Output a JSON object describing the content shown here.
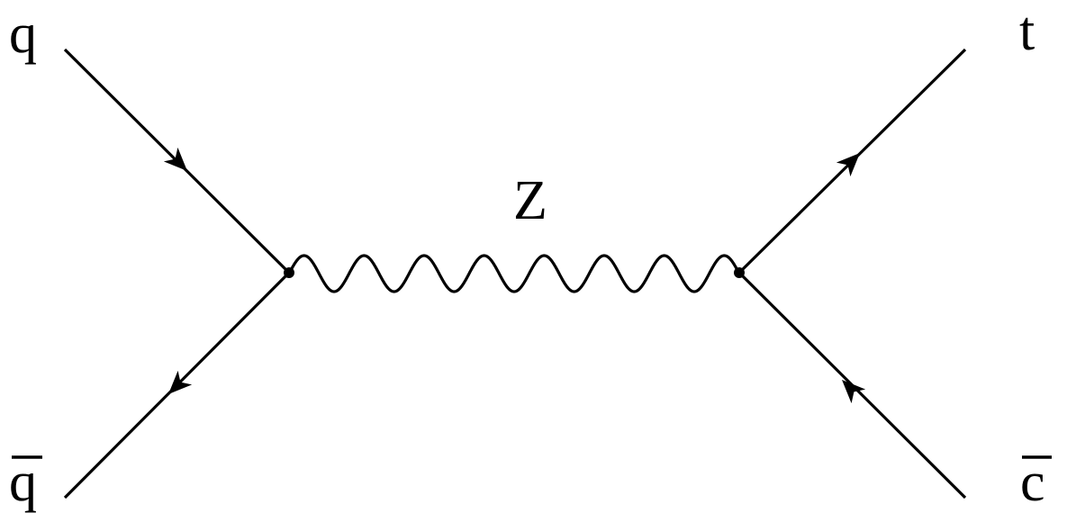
{
  "diagram": {
    "particles": {
      "incoming_quark": "q",
      "incoming_antiquark": "q",
      "boson": "Z",
      "outgoing_top": "t",
      "outgoing_anticharm": "c"
    },
    "colors": {
      "ink": "#000000",
      "background": "#ffffff"
    }
  }
}
